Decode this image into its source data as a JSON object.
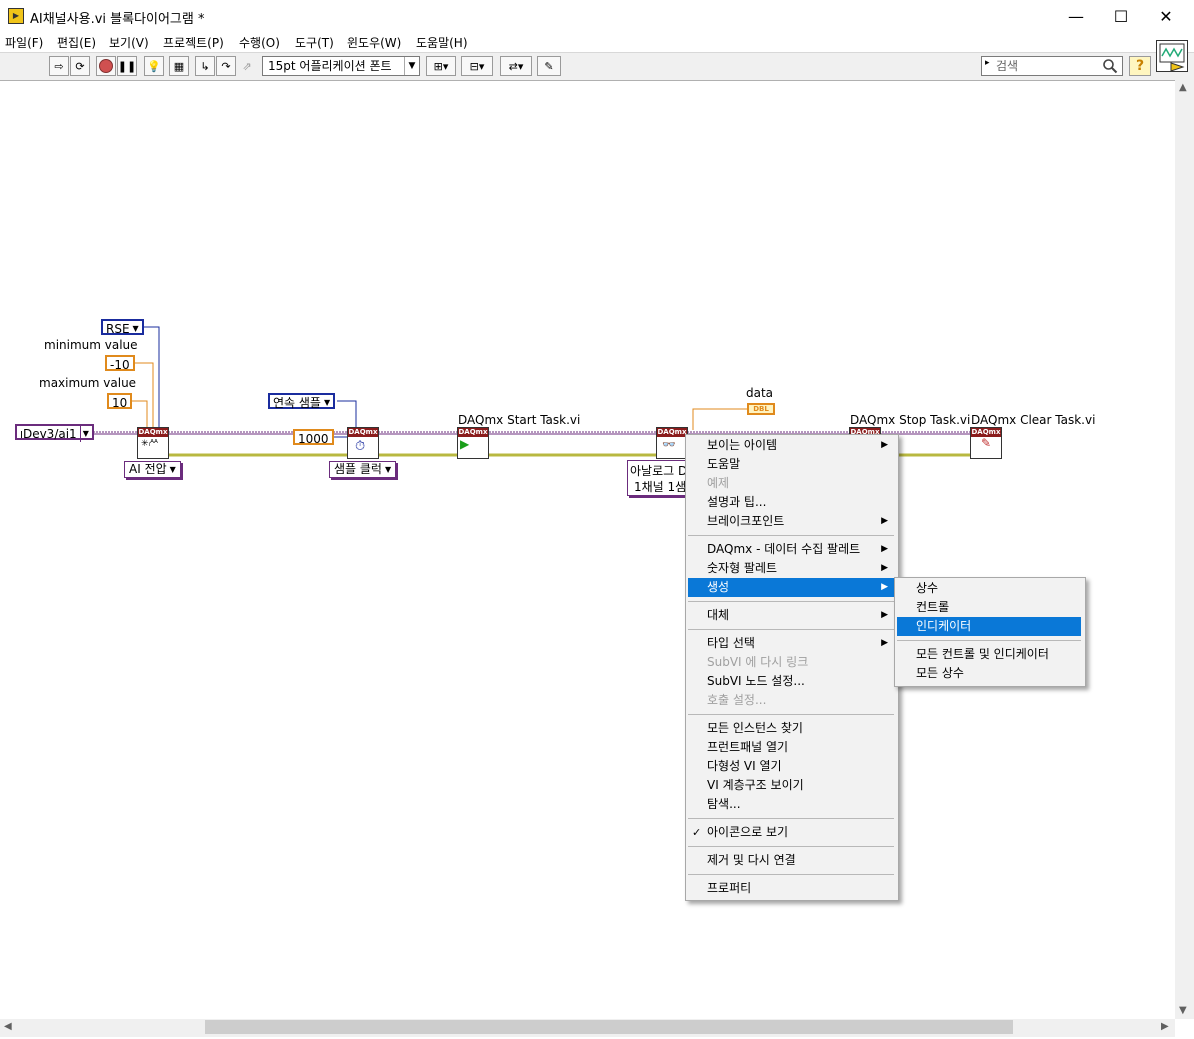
{
  "window": {
    "title": "AI채널사용.vi 블록다이어그램 *",
    "icon": "labview-vi-icon",
    "minimize": "—",
    "maximize": "☐",
    "close": "✕"
  },
  "menubar": [
    "파일(F)",
    "편집(E)",
    "보기(V)",
    "프로젝트(P)",
    "수행(O)",
    "도구(T)",
    "윈도우(W)",
    "도움말(H)"
  ],
  "toolbar": {
    "font": "15pt 어플리케이션 폰트",
    "search_placeholder": "검색",
    "help": "?"
  },
  "diagram": {
    "labels": {
      "minimum_value": "minimum value",
      "maximum_value": "maximum value",
      "start_task": "DAQmx Start Task.vi",
      "stop_task": "DAQmx Stop Task.vi",
      "clear_task": "DAQmx Clear Task.vi",
      "data": "data"
    },
    "constants": {
      "rse": "RSE",
      "min": "-10",
      "max": "10",
      "channel": "Dev3/ai1",
      "continuous": "연속 샘플",
      "samples": "1000",
      "dbl": "DBL"
    },
    "vi_header": "DAQmx",
    "selectors": {
      "ai_voltage": "AI 전압",
      "sample_clock": "샘플 클럭",
      "analog_read_1": "아날로그 D",
      "analog_read_2": "1채널 1샘"
    }
  },
  "context_menu": {
    "items": [
      {
        "label": "보이는 아이템",
        "submenu": true
      },
      {
        "label": "도움말"
      },
      {
        "label": "예제",
        "disabled": true
      },
      {
        "label": "설명과 팁..."
      },
      {
        "label": "브레이크포인트",
        "submenu": true
      },
      {
        "label": "DAQmx - 데이터 수집 팔레트",
        "submenu": true
      },
      {
        "label": "숫자형 팔레트",
        "submenu": true
      },
      {
        "label": "생성",
        "submenu": true,
        "highlighted": true
      },
      {
        "label": "대체",
        "submenu": true
      },
      {
        "label": "타입 선택",
        "submenu": true
      },
      {
        "label": "SubVI 에 다시 링크",
        "disabled": true
      },
      {
        "label": "SubVI 노드 설정..."
      },
      {
        "label": "호출 설정...",
        "disabled": true
      },
      {
        "label": "모든 인스턴스 찾기"
      },
      {
        "label": "프런트패널 열기"
      },
      {
        "label": "다형성 VI 열기"
      },
      {
        "label": "VI 계층구조 보이기"
      },
      {
        "label": "탐색..."
      },
      {
        "label": "아이콘으로 보기",
        "checked": true
      },
      {
        "label": "제거 및 다시 연결"
      },
      {
        "label": "프로퍼티"
      }
    ],
    "check_mark": "✓"
  },
  "submenu": {
    "items": [
      {
        "label": "상수"
      },
      {
        "label": "컨트롤"
      },
      {
        "label": "인디케이터",
        "highlighted": true
      },
      {
        "label": "모든 컨트롤 및 인디케이터"
      },
      {
        "label": "모든 상수"
      }
    ]
  },
  "colors": {
    "highlight": "#0a78d7",
    "wire_purple": "#6b2c7d",
    "wire_orange": "#e08a1c",
    "wire_blue": "#1a2c9e",
    "error_wire": "#c8c84a"
  }
}
